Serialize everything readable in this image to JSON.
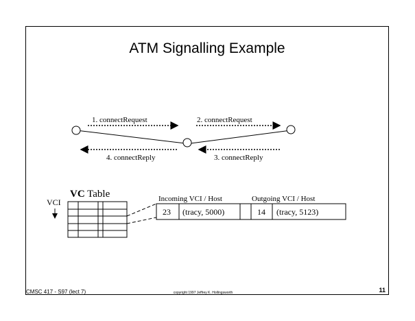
{
  "slide": {
    "title": "ATM Signalling Example",
    "footer_left": "CMSC 417 - S97  (lect 7)",
    "footer_center": "copyright 1997  Jeffrey K. Hollingsworth",
    "page_number": "11"
  },
  "signalling": {
    "msg1": "1. connectRequest",
    "msg2": "2. connectRequest",
    "msg3": "3. connectReply",
    "msg4": "4. connectReply"
  },
  "vc_table": {
    "vci_label": "VCI",
    "title_bold": "VC",
    "title_rest": " Table",
    "incoming_header": "Incoming VCI / Host",
    "outgoing_header": "Outgoing VCI / Host",
    "incoming_vci": "23",
    "incoming_host": "(tracy, 5000)",
    "outgoing_vci": "14",
    "outgoing_host": "(tracy, 5123)"
  }
}
